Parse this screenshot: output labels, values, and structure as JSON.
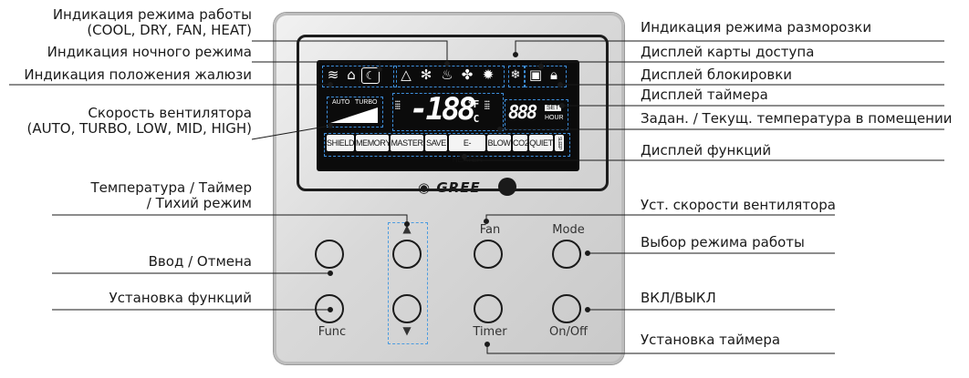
{
  "labels_left": {
    "mode_indication_1": "Индикация режима работы",
    "mode_indication_2": "(COOL, DRY, FAN, HEAT)",
    "night_mode": "Индикация ночного режима",
    "louver_position": "Индикация положения жалюзи",
    "fan_speed_1": "Скорость вентилятора",
    "fan_speed_2": "(AUTO, TURBO, LOW, MID, HIGH)",
    "temp_timer_1": "Температура / Таймер",
    "temp_timer_2": "/ Тихий режим",
    "enter_cancel": "Ввод / Отмена",
    "function_setting": "Установка функций"
  },
  "labels_right": {
    "defrost": "Индикация режима разморозки",
    "access_card": "Дисплей карты доступа",
    "lock": "Дисплей блокировки",
    "timer_display": "Дисплей таймера",
    "room_temp": "Задан. / Текущ. температура в помещении",
    "function_display": "Дисплей функций",
    "fan_speed_set": "Уст. скорости вентилятора",
    "mode_select": "Выбор режима работы",
    "on_off": "ВКЛ/ВЫКЛ",
    "timer_set": "Установка таймера"
  },
  "panel": {
    "brand": "GREE",
    "lcd": {
      "temp_digits": "-188",
      "unit_f": "°F",
      "unit_c": "°C",
      "timer_digits": "888",
      "set_tag": "SET",
      "hour_tag": "HOUR",
      "fan_auto": "AUTO",
      "fan_turbo": "TURBO",
      "functions": [
        "SHIELD",
        "MEMORY",
        "MASTER",
        "SAVE",
        "E-HEATER",
        "BLOW",
        "CO2",
        "QUIET",
        "SLEEP"
      ]
    },
    "buttons": {
      "fan": "Fan",
      "mode": "Mode",
      "func": "Func",
      "timer": "Timer",
      "on_off": "On/Off",
      "up_arrow": "▲",
      "down_arrow": "▼"
    }
  },
  "colors": {
    "leader": "#1a1a1a",
    "highlight_dash": "#3d8fdc",
    "lcd_bg": "#0b0b0b"
  }
}
